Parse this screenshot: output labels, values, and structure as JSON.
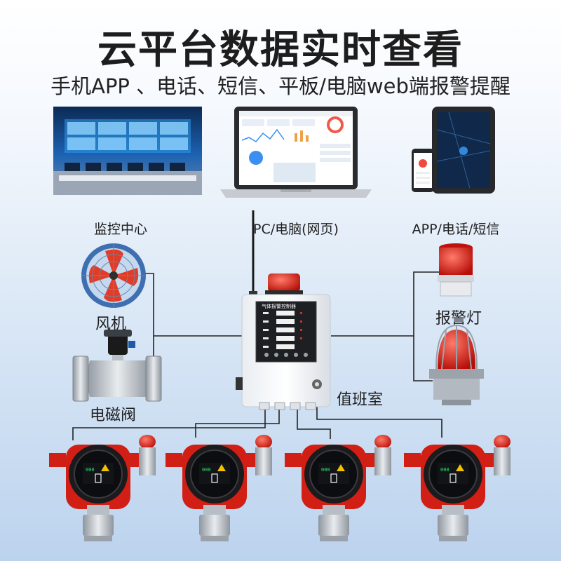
{
  "header": {
    "title": "云平台数据实时查看",
    "subtitle": "手机APP 、电话、短信、平板/电脑web端报警提醒"
  },
  "captions": {
    "monitor_center": "监控中心",
    "pc_web": "PC/电脑(网页)",
    "app_phone_sms": "APP/电话/短信"
  },
  "devices": {
    "fan": "风机",
    "valve": "电磁阀",
    "alarm_light": "报警灯",
    "duty_room": "值班室",
    "controller_panel_title": "气体报警控制器"
  },
  "detector_readout": "000",
  "colors": {
    "accent_red": "#d8261c",
    "line": "#222222",
    "screen_blue": "#1d6fc7"
  }
}
